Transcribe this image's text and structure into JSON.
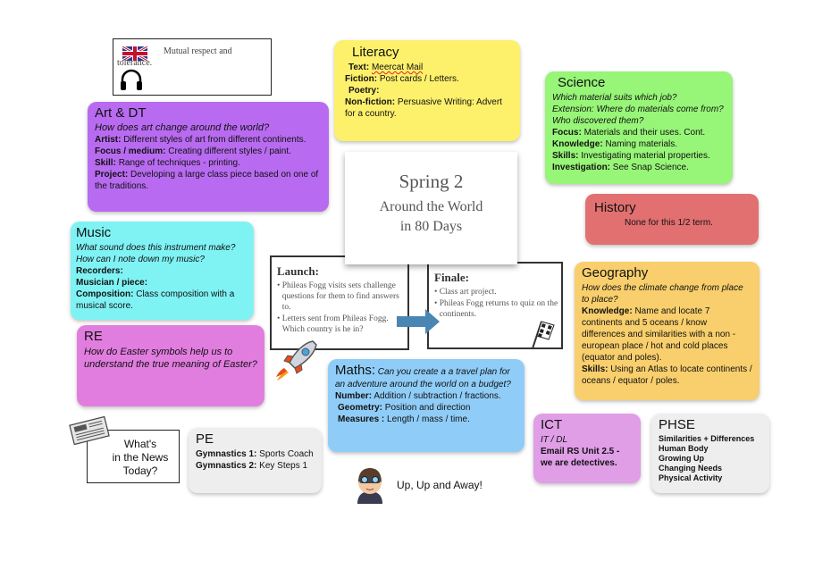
{
  "respect": {
    "text": "Mutual respect and tolerance."
  },
  "literacy": {
    "title": "Literacy",
    "text_label": "Text:",
    "text_value": "Meercat Mail",
    "fiction_label": "Fiction:",
    "fiction_value": "Post cards / Letters.",
    "poetry_label": "Poetry:",
    "nonfiction_label": "Non-fiction:",
    "nonfiction_value": "Persuasive Writing: Advert for a country."
  },
  "science": {
    "title": "Science",
    "q1": "Which material suits which job?",
    "q2": "Extension: Where do materials come from? Who discovered them?",
    "focus_label": "Focus:",
    "focus_value": "Materials and their uses. Cont.",
    "knowledge_label": "Knowledge:",
    "knowledge_value": "Naming materials.",
    "skills_label": "Skills:",
    "skills_value": "Investigating material properties.",
    "investigation_label": "Investigation:",
    "investigation_value": "See Snap Science."
  },
  "art": {
    "title": "Art & DT",
    "q": "How does art change around the world?",
    "artist_label": "Artist:",
    "artist_value": "Different styles of art from different continents.",
    "focus_label": "Focus / medium:",
    "focus_value": "Creating different styles / paint.",
    "skill_label": "Skill:",
    "skill_value": "Range of techniques - printing.",
    "project_label": "Project:",
    "project_value": "Developing a large class piece based on one of the traditions."
  },
  "center": {
    "title": "Spring 2",
    "line1": "Around the World",
    "line2": "in 80 Days"
  },
  "history": {
    "title": "History",
    "text": "None for this 1/2 term."
  },
  "music": {
    "title": "Music",
    "q1": "What sound does this instrument make?",
    "q2": "How can I note down my music?",
    "recorders": "Recorders:",
    "musician": "Musician / piece:",
    "composition_label": "Composition:",
    "composition_value": "Class composition with a musical score."
  },
  "launch": {
    "title": "Launch:",
    "b1": "Phileas Fogg visits sets challenge questions for them to find answers to.",
    "b2": "Letters sent from Phileas Fogg. Which country is he in?"
  },
  "finale": {
    "title": "Finale:",
    "b1": "Class art project.",
    "b2": "Phileas Fogg returns to quiz on the continents."
  },
  "geography": {
    "title": "Geography",
    "q": "How does the climate change from place to place?",
    "knowledge_label": "Knowledge:",
    "knowledge_value": "Name and locate 7 continents and 5 oceans / know differences and similarities with a non - european place / hot and cold places (equator and poles).",
    "skills_label": "Skills:",
    "skills_value": "Using an Atlas to locate continents / oceans / equator / poles."
  },
  "re": {
    "title": "RE",
    "q": "How do Easter symbols help us to understand the true meaning of Easter?"
  },
  "maths": {
    "title": "Maths:",
    "q": "Can you create a a travel plan for an adventure around the world on a budget?",
    "number_label": "Number:",
    "number_value": "Addition / subtraction / fractions.",
    "geometry_label": "Geometry:",
    "geometry_value": "Position and direction",
    "measures_label": "Measures :",
    "measures_value": "Length / mass / time."
  },
  "news": {
    "line1": "What's",
    "line2": "in the News",
    "line3": "Today?"
  },
  "pe": {
    "title": "PE",
    "g1_label": "Gymnastics 1:",
    "g1_value": "Sports Coach",
    "g2_label": "Gymnastics 2:",
    "g2_value": "Key Steps 1"
  },
  "upup": {
    "text": "Up, Up and Away!"
  },
  "ict": {
    "title": "ICT",
    "sub": "IT / DL",
    "text": "Email RS Unit 2.5 - we are detectives."
  },
  "phse": {
    "title": "PHSE",
    "items": [
      "Similarities + Differences",
      "Human Body",
      "Growing Up",
      "Changing Needs",
      "Physical Activity"
    ]
  }
}
